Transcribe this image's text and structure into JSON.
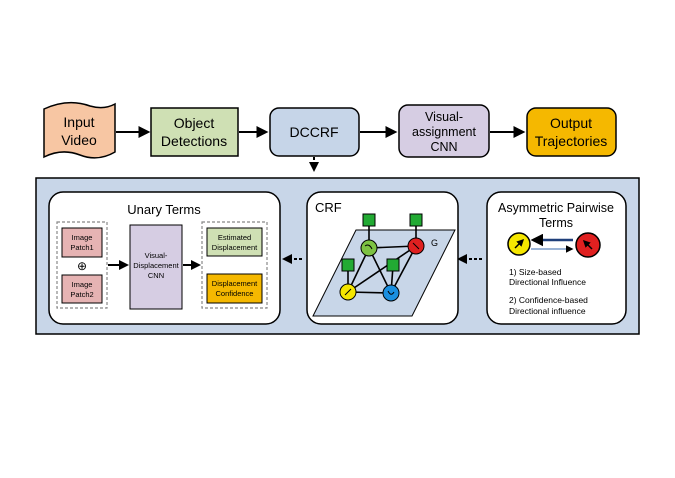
{
  "pipeline": {
    "input_line1": "Input",
    "input_line2": "Video",
    "detections_line1": "Object",
    "detections_line2": "Detections",
    "dccrf": "DCCRF",
    "visual_line1": "Visual-",
    "visual_line2": "assignment",
    "visual_line3": "CNN",
    "output_line1": "Output",
    "output_line2": "Trajectories"
  },
  "unary": {
    "title": "Unary Terms",
    "patch1_line1": "Image",
    "patch1_line2": "Patch1",
    "plus": "⊕",
    "patch2_line1": "Image",
    "patch2_line2": "Patch2",
    "cnn_line1": "Visual-",
    "cnn_line2": "Displacement",
    "cnn_line3": "CNN",
    "est_line1": "Estimated",
    "est_line2": "Displacement",
    "conf_line1": "Displacement",
    "conf_line2": "Confidence"
  },
  "crf": {
    "title": "CRF",
    "graph_label": "G"
  },
  "pairwise": {
    "title_line1": "Asymmetric Pairwise",
    "title_line2": "Terms",
    "item1_line1": "1) Size-based",
    "item1_line2": "Directional Influence",
    "item2_line1": "2) Confidence-based",
    "item2_line2": "Directional influence"
  },
  "colors": {
    "input": "#f7c6a3",
    "detections": "#cfe0b4",
    "dccrf": "#c6d5e8",
    "visual": "#d6cde3",
    "output": "#f5b800",
    "panel": "#c8d6e8",
    "patch": "#e6b3b3",
    "cnn_unary": "#d6cde3",
    "estimated": "#cfe0b4",
    "confidence": "#f5b800",
    "node_green_sq": "#22aa33",
    "node_yellow": "#f5e600",
    "node_red": "#e02020",
    "node_blue": "#1a8fe0",
    "node_green": "#7dc242"
  }
}
